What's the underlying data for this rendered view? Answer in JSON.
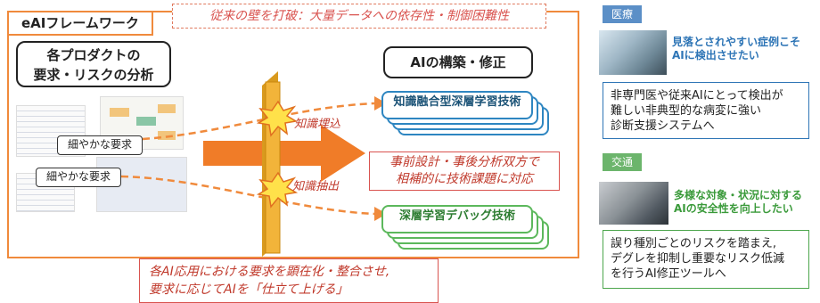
{
  "framework_title": "eAIフレームワーク",
  "top_banner": "従来の壁を打破：大量データへの依存性・制御困難性",
  "analysis": {
    "title_line1": "各プロダクトの",
    "title_line2": "要求・リスクの分析",
    "req_label_1": "細やかな要求",
    "req_label_2": "細やかな要求"
  },
  "ai_build": {
    "title": "AIの構築・修正",
    "tech_1": "知識融合型深層学習技術",
    "tech_2": "深層学習デバッグ技術",
    "embed_label": "知識埋込",
    "extract_label": "知識抽出",
    "mid_note_line1": "事前設計・事後分析双方で",
    "mid_note_line2": "相補的に技術課題に対応"
  },
  "bottom_note": {
    "line1": "各AI応用における要求を顕在化・整合させ,",
    "line2": "要求に応じてAIを「仕立て上げる」"
  },
  "cases": [
    {
      "tag": "医療",
      "headline_line1": "見落とされやすい症例こそ",
      "headline_line2": "AIに検出させたい",
      "body": [
        "非専門医や従来AIにとって検出が",
        "難しい非典型的な病変に強い",
        "診断支援システムへ"
      ]
    },
    {
      "tag": "交通",
      "headline_line1": "多様な対象・状況に対する",
      "headline_line2": "AIの安全性を向上したい",
      "body": [
        "誤り種別ごとのリスクを踏まえ,",
        "デグレを抑制し重要なリスク低減",
        "を行うAI修正ツールへ"
      ]
    }
  ],
  "colors": {
    "orange": "#f08a3c",
    "red": "#d9534f",
    "blue": "#2e75b6",
    "green": "#4ca64c"
  }
}
